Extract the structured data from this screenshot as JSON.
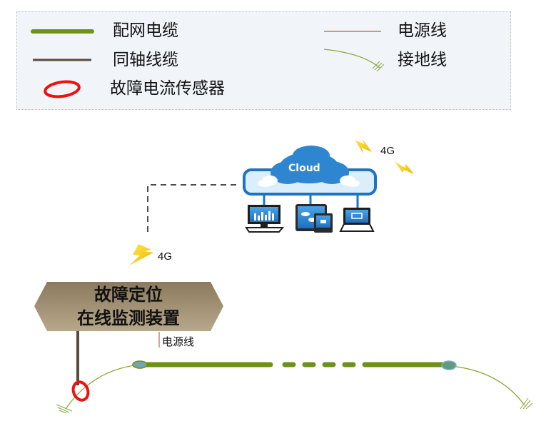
{
  "legend": {
    "items": [
      {
        "label": "配网电缆",
        "symbol": "thick-green-line",
        "color": "#6e911b"
      },
      {
        "label": "电源线",
        "symbol": "thin-tan-line",
        "color": "#c79a85"
      },
      {
        "label": "同轴线缆",
        "symbol": "brown-line",
        "color": "#5a4a3a"
      },
      {
        "label": "接地线",
        "symbol": "ground-curve",
        "color": "#8aa83a"
      },
      {
        "label": "故障电流传感器",
        "symbol": "red-ellipse",
        "color": "#ee1111"
      }
    ]
  },
  "cloud": {
    "label": "Cloud",
    "color": "#2f86d0"
  },
  "wireless": {
    "top_label": "4G",
    "left_label": "4G"
  },
  "device": {
    "line1": "故障定位",
    "line2": "在线监测装置",
    "color": "#a08c6c"
  },
  "power_line_label": "电源线",
  "colors": {
    "cable": "#6e911b",
    "ground": "#8aa83a",
    "sensor": "#ee1111",
    "coax": "#5a4a3a",
    "power": "#a0522d"
  }
}
